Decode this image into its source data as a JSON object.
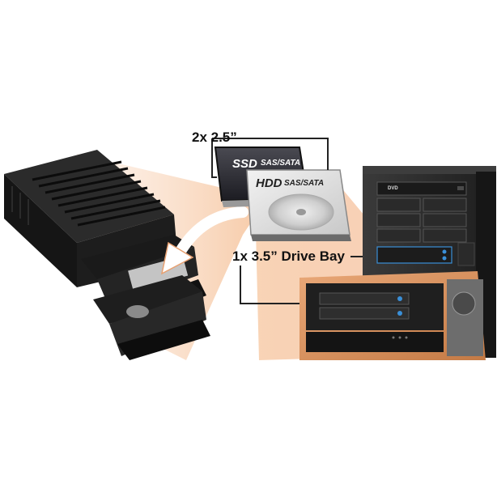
{
  "labels": {
    "drives_count": "2x 2.5”",
    "bay": "1x 3.5” Drive Bay",
    "ssd": "SSD",
    "ssd_interface": "SAS/SATA",
    "hdd": "HDD",
    "hdd_interface": "SAS/SATA",
    "dvd": "DVD"
  },
  "colors": {
    "background": "#ffffff",
    "highlight_orange": "#f3b48a",
    "enclosure_black": "#1a1a1a",
    "tower_dark": "#2a2a2a",
    "accent_blue": "#3a8fd8"
  }
}
